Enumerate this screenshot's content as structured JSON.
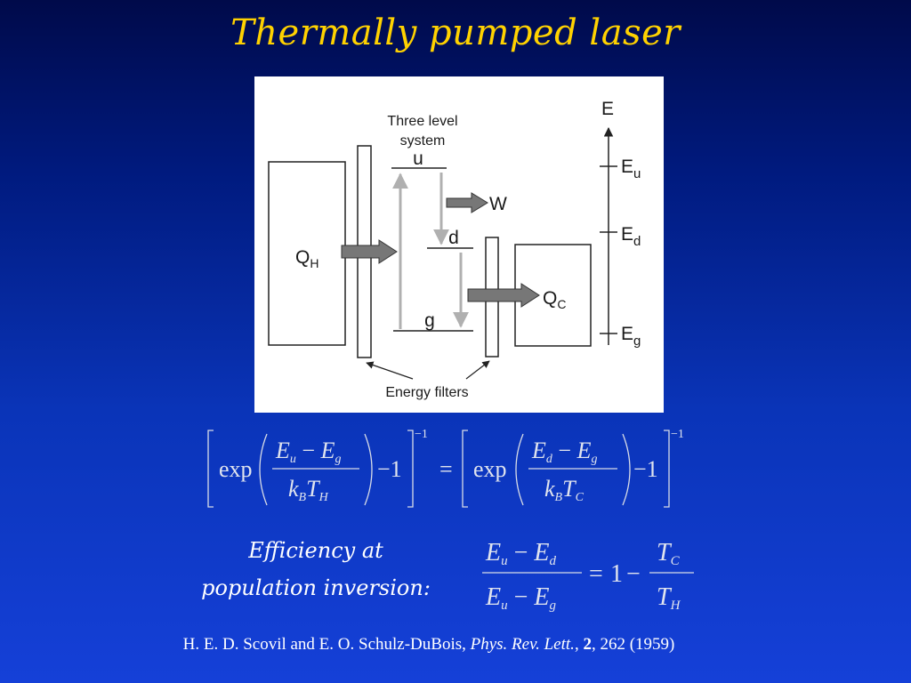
{
  "slide": {
    "title": "Thermally pumped laser"
  },
  "figure": {
    "heading_line1": "Three level",
    "heading_line2": "system",
    "level_u": "u",
    "level_d": "d",
    "level_g": "g",
    "work": "W",
    "heat_hot": "Q",
    "heat_hot_sub": "H",
    "heat_cold": "Q",
    "heat_cold_sub": "C",
    "energy_axis": "E",
    "axis_eu": "E",
    "axis_eu_sub": "u",
    "axis_ed": "E",
    "axis_ed_sub": "d",
    "axis_eg": "E",
    "axis_eg_sub": "g",
    "filters_label": "Energy filters"
  },
  "equation1": {
    "exp_left": "exp",
    "num_left_a": "E",
    "num_left_a_sub": "u",
    "minus": "−",
    "num_left_b": "E",
    "num_left_b_sub": "g",
    "den_left_k": "k",
    "den_left_k_sub": "B",
    "den_left_t": "T",
    "den_left_t_sub": "H",
    "minus_one_left": "−1",
    "exponent_left": "−1",
    "equals": "=",
    "exp_right": "exp",
    "num_right_a": "E",
    "num_right_a_sub": "d",
    "num_right_b": "E",
    "num_right_b_sub": "g",
    "den_right_k": "k",
    "den_right_k_sub": "B",
    "den_right_t": "T",
    "den_right_t_sub": "C",
    "minus_one_right": "−1",
    "exponent_right": "−1"
  },
  "efficiency": {
    "label_line1": "Efficiency at",
    "label_line2": "population inversion:",
    "num_a": "E",
    "num_a_sub": "u",
    "num_b": "E",
    "num_b_sub": "d",
    "den_a": "E",
    "den_a_sub": "u",
    "den_b": "E",
    "den_b_sub": "g",
    "minus": "−",
    "equals": "=",
    "one": "1",
    "minus2": "−",
    "frac_top": "T",
    "frac_top_sub": "C",
    "frac_bottom": "T",
    "frac_bottom_sub": "H"
  },
  "citation": {
    "authors": "H. E. D. Scovil and E. O. Schulz-DuBois, ",
    "journal": "Phys. Rev. Lett.",
    "comma": ", ",
    "volume": "2",
    "rest": ", 262 (1959)"
  }
}
